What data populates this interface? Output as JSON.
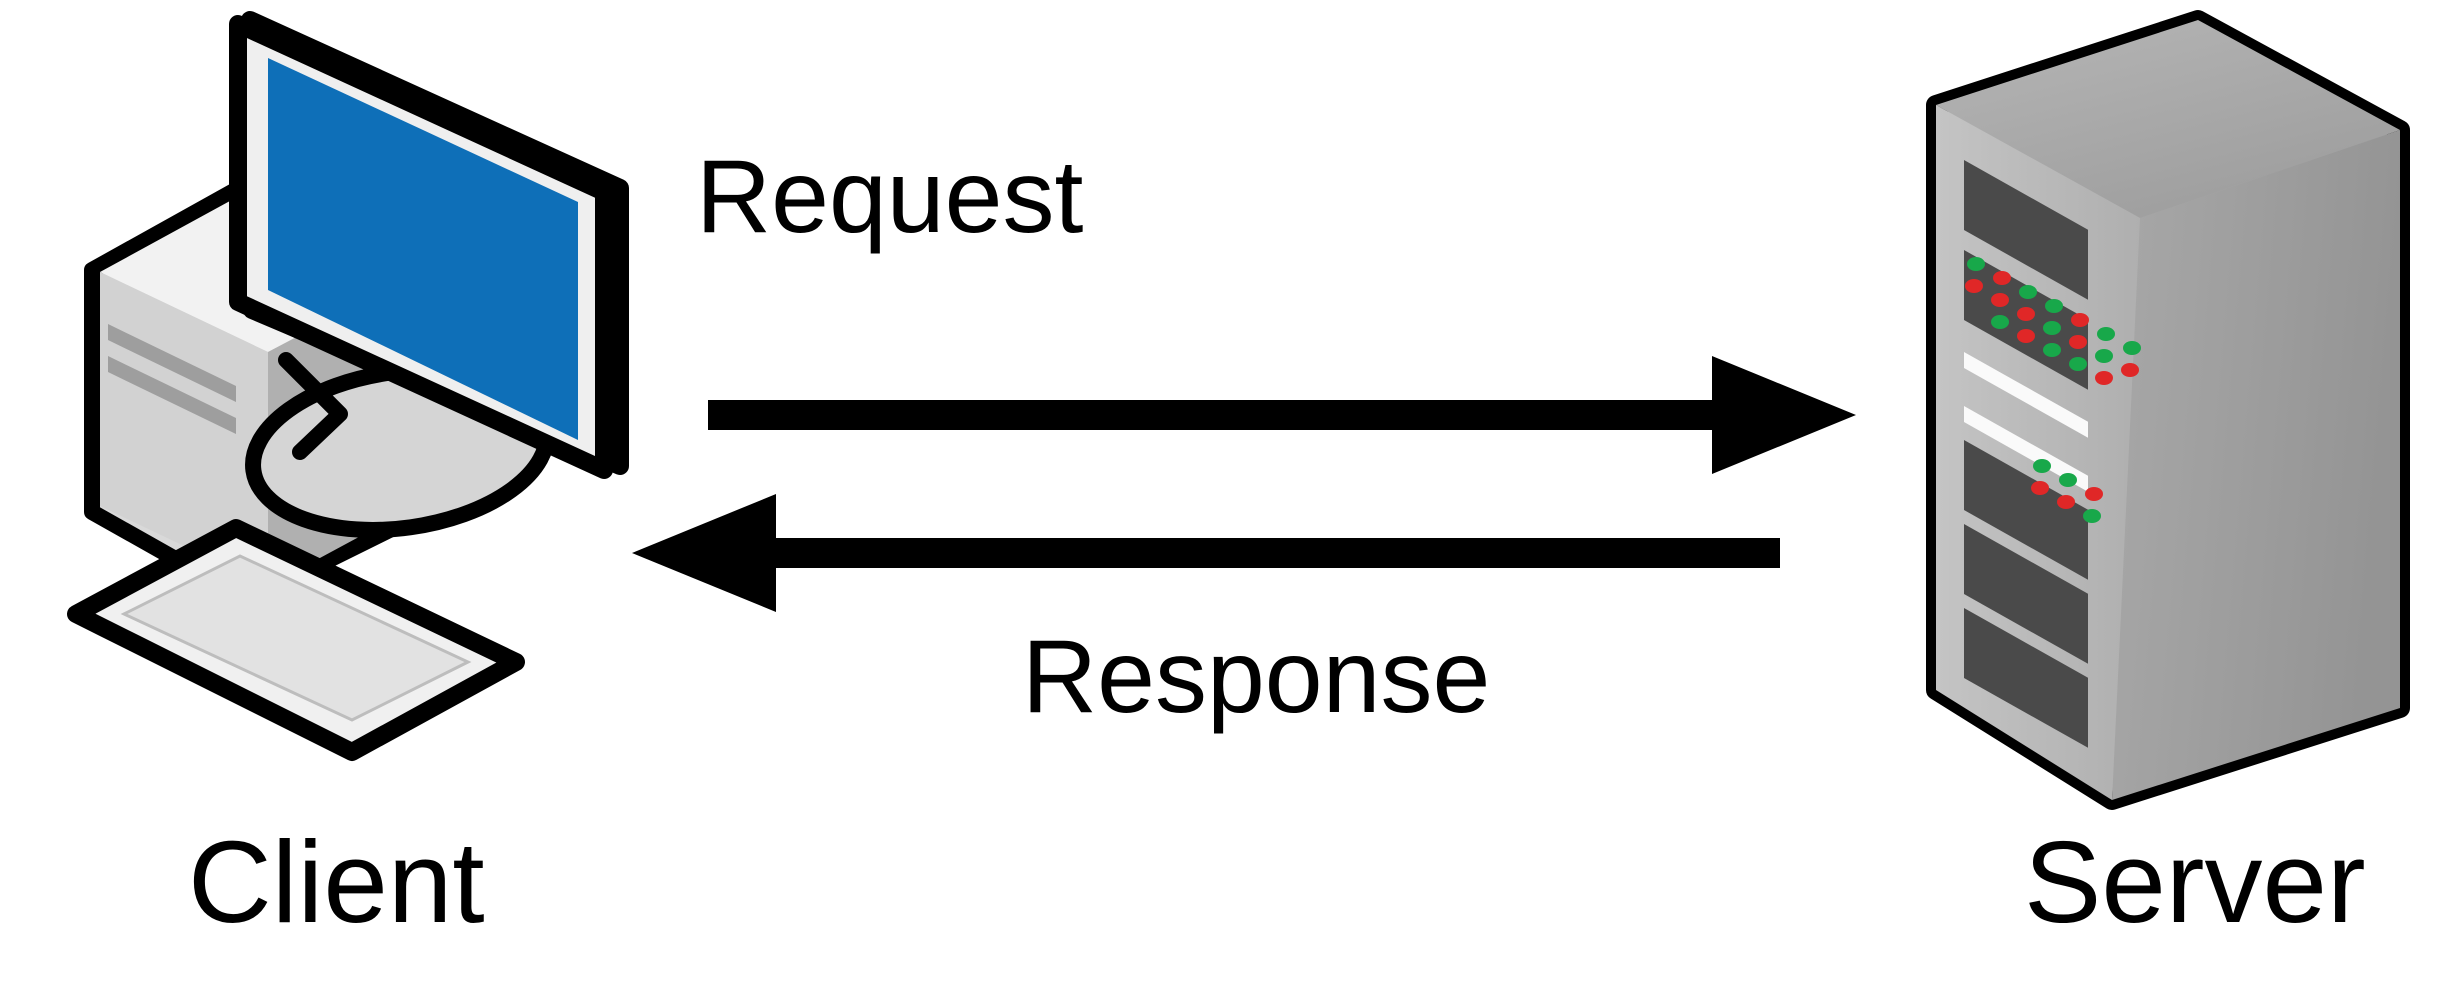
{
  "diagram": {
    "type": "client-server-request-response",
    "title": "Client Server Request Response",
    "background_color": "#ffffff",
    "nodes": [
      {
        "id": "client",
        "label": "Client",
        "icon": "desktop-computer-icon",
        "description": "Isometric desktop computer with monitor, tower, and keyboard"
      },
      {
        "id": "server",
        "label": "Server",
        "icon": "server-tower-icon",
        "description": "Isometric server tower with drive bays and status LEDs"
      }
    ],
    "edges": [
      {
        "id": "request",
        "label": "Request",
        "from": "client",
        "to": "server",
        "direction": "right",
        "arrowhead": "filled-triangle"
      },
      {
        "id": "response",
        "label": "Response",
        "from": "server",
        "to": "client",
        "direction": "left",
        "arrowhead": "filled-triangle"
      }
    ],
    "colors": {
      "outline": "#000000",
      "screen_blue": "#0E6FB8",
      "bezel_light": "#EFEFEF",
      "bezel_shadow": "#C9C9C9",
      "tower_light": "#D6D6D6",
      "tower_mid": "#B4B4B4",
      "tower_dark": "#9A9A9A",
      "server_top": "#A8A8A8",
      "server_side": "#9C9C9C",
      "server_front": "#BEBEBE",
      "server_bay": "#4A4A4A",
      "led_green": "#18A84A",
      "led_red": "#E02727",
      "white": "#FFFFFF"
    }
  }
}
